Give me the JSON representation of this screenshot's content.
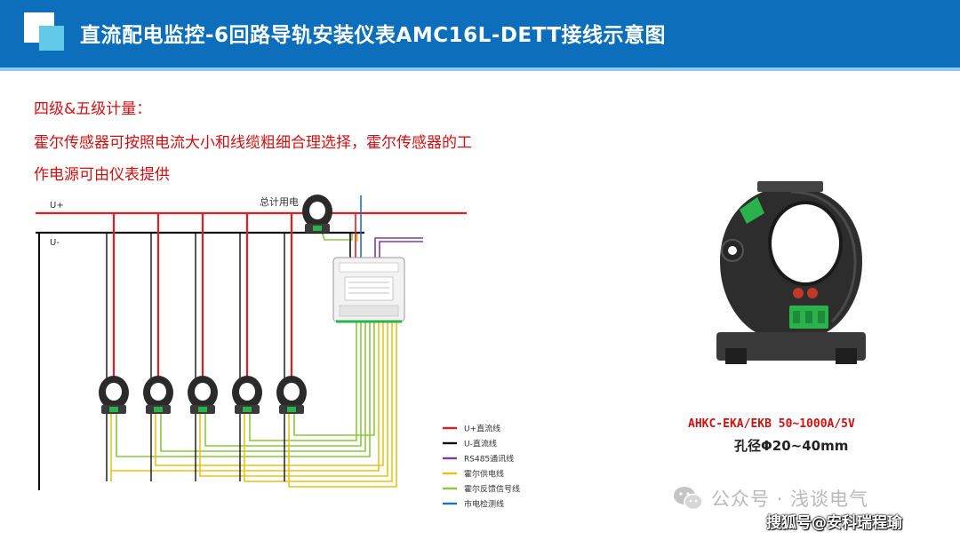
{
  "header": {
    "title": "直流配电监控-6回路导轨安装仪表AMC16L-DETT接线示意图",
    "bg_color": "#0d6fbb",
    "accent_color": "#62c9e8"
  },
  "notes": {
    "line1": "四级&五级计量：",
    "line2": "霍尔传感器可按照电流大小和线缆粗细合理选择，霍尔传感器的工",
    "line3": "作电源可由仪表提供",
    "color": "#d01010"
  },
  "diagram": {
    "bus_plus_label": "U+",
    "bus_minus_label": "U-",
    "total_label": "总计用电",
    "meter_icon": "din-rail-meter",
    "sensor_icon": "hall-current-sensor",
    "branch_count": 5,
    "legend": [
      {
        "label": "U+直流线",
        "color": "#e31b23"
      },
      {
        "label": "U-直流线",
        "color": "#111111"
      },
      {
        "label": "RS485通讯线",
        "color": "#7b3fa0"
      },
      {
        "label": "霍尔供电线",
        "color": "#e8c21a"
      },
      {
        "label": "霍尔反馈信号线",
        "color": "#8cc63f"
      },
      {
        "label": "市电检测线",
        "color": "#1f6fc4"
      }
    ]
  },
  "product": {
    "icon": "hall-sensor-photo",
    "model": "AHKC-EKA/EKB 50~1000A/5V",
    "hole": "孔径Φ20~40mm"
  },
  "watermark": {
    "icon": "wechat-icon",
    "text": "公众号 · 浅谈电气",
    "source": "搜狐号@安科瑞程瑜"
  }
}
